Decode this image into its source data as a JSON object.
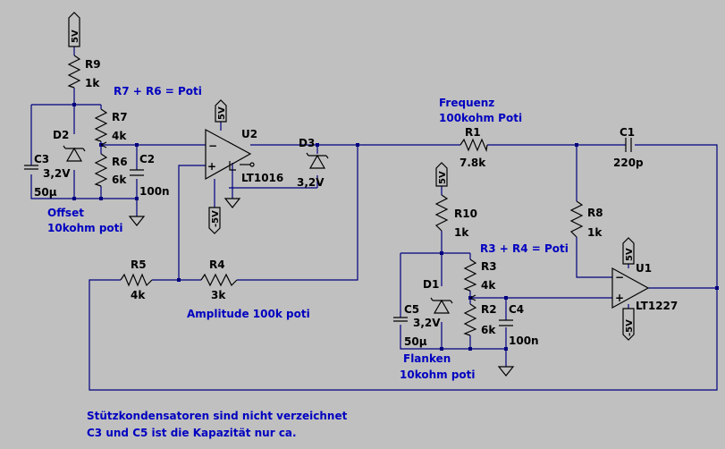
{
  "components": {
    "R9": {
      "name": "R9",
      "value": "1k"
    },
    "R7": {
      "name": "R7",
      "value": "4k"
    },
    "R6": {
      "name": "R6",
      "value": "6k"
    },
    "R1": {
      "name": "R1",
      "value": "7.8k"
    },
    "R8": {
      "name": "R8",
      "value": "1k"
    },
    "R10": {
      "name": "R10",
      "value": "1k"
    },
    "R3": {
      "name": "R3",
      "value": "4k"
    },
    "R2": {
      "name": "R2",
      "value": "6k"
    },
    "R5": {
      "name": "R5",
      "value": "4k"
    },
    "R4": {
      "name": "R4",
      "value": "3k"
    },
    "C1": {
      "name": "C1",
      "value": "220p"
    },
    "C2": {
      "name": "C2",
      "value": "100n"
    },
    "C3": {
      "name": "C3",
      "value": "3,2V",
      "value2": "50µ"
    },
    "C4": {
      "name": "C4",
      "value": "100n"
    },
    "C5": {
      "name": "C5",
      "value": "3,2V",
      "value2": "50µ"
    },
    "D2": {
      "name": "D2"
    },
    "D1": {
      "name": "D1"
    },
    "D3": {
      "name": "D3",
      "value": "3,2V"
    },
    "U2": {
      "name": "U2",
      "value": "LT1016"
    },
    "U1": {
      "name": "U1",
      "value": "LT1227"
    }
  },
  "power": {
    "pos": "5V",
    "neg": "-5V"
  },
  "notes": {
    "poti1": "R7 + R6 = Poti",
    "poti2": "R3 + R4 = Poti",
    "freq1": "Frequenz",
    "freq2": "100kohm Poti",
    "offset1": "Offset",
    "offset2": "10kohm poti",
    "amplitude": "Amplitude 100k poti",
    "flanken1": "Flanken",
    "flanken2": "10kohm poti",
    "footer1": "Stützkondensatoren sind nicht verzeichnet",
    "footer2": "C3 und C5 ist die Kapazität nur ca."
  }
}
